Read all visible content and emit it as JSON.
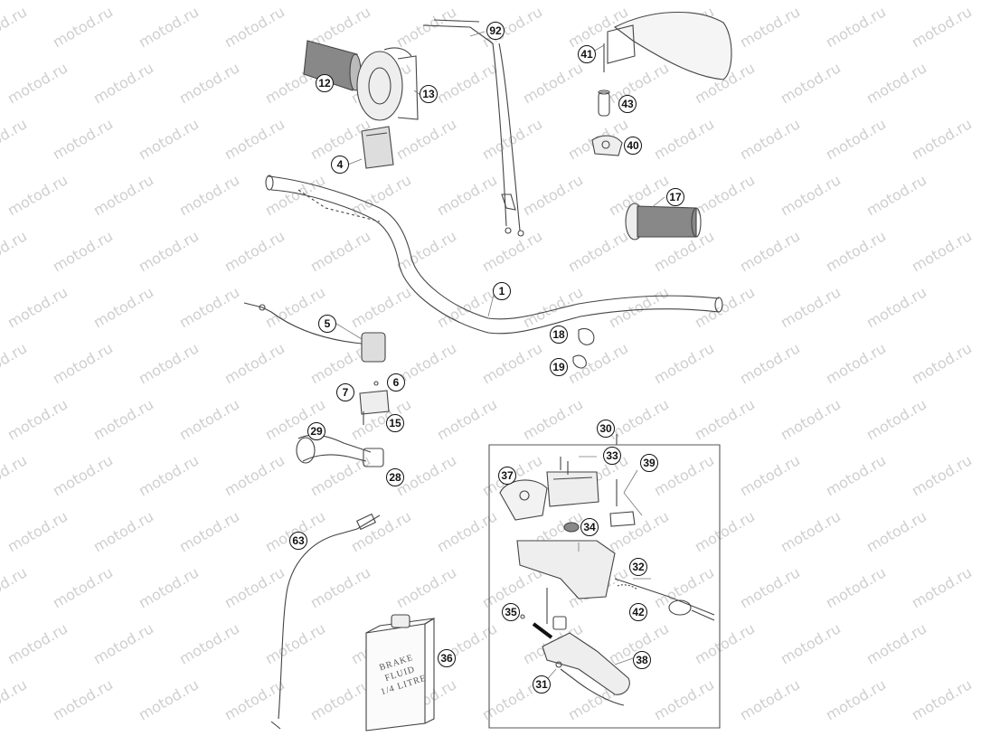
{
  "watermark": "motod.ru",
  "callouts": [
    {
      "label": "92",
      "part": "throttle-cable"
    },
    {
      "label": "41",
      "part": "hand-guard"
    },
    {
      "label": "12",
      "part": "grip-left"
    },
    {
      "label": "13",
      "part": "throttle-housing"
    },
    {
      "label": "43",
      "part": "spacer"
    },
    {
      "label": "40",
      "part": "clamp"
    },
    {
      "label": "4",
      "part": "kill-switch"
    },
    {
      "label": "17",
      "part": "grip-right"
    },
    {
      "label": "1",
      "part": "handlebar"
    },
    {
      "label": "5",
      "part": "switch-left"
    },
    {
      "label": "18",
      "part": "clip-18"
    },
    {
      "label": "19",
      "part": "clip-19"
    },
    {
      "label": "6",
      "part": "screw-6"
    },
    {
      "label": "7",
      "part": "clamp-7"
    },
    {
      "label": "15",
      "part": "screw-15"
    },
    {
      "label": "30",
      "part": "brake-assembly"
    },
    {
      "label": "29",
      "part": "cable-29"
    },
    {
      "label": "33",
      "part": "reservoir-cover-screws"
    },
    {
      "label": "39",
      "part": "screws-39"
    },
    {
      "label": "28",
      "part": "fitting-28"
    },
    {
      "label": "37",
      "part": "reservoir-cover"
    },
    {
      "label": "34",
      "part": "diaphragm"
    },
    {
      "label": "63",
      "part": "brake-line"
    },
    {
      "label": "32",
      "part": "piston-kit"
    },
    {
      "label": "35",
      "part": "pin"
    },
    {
      "label": "42",
      "part": "adjuster"
    },
    {
      "label": "36",
      "part": "brake-fluid"
    },
    {
      "label": "38",
      "part": "lever"
    },
    {
      "label": "31",
      "part": "lever-bolt"
    }
  ],
  "fluid_label": {
    "line1": "BRAKE",
    "line2": "FLUID",
    "line3": "1/4 LITRE"
  }
}
